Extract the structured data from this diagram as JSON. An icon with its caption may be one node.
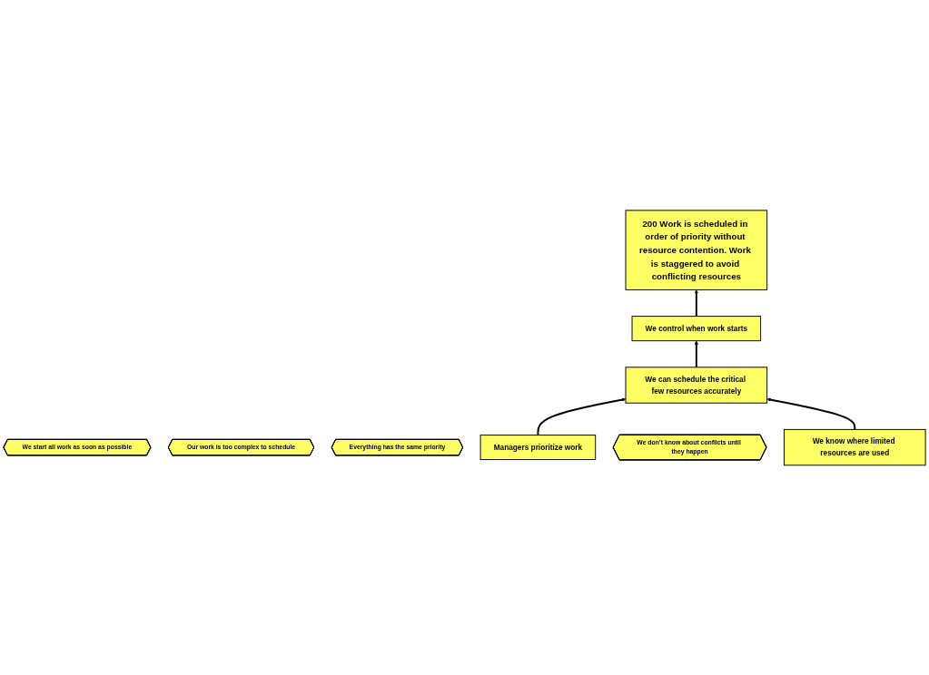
{
  "diagram": {
    "nodes": [
      {
        "text": [
          "200 Work is scheduled in order of priority without resource contention. Work is staggered to avoid conflicting resources"
        ]
      },
      {
        "text": [
          "We start all work as soon as possible"
        ]
      },
      {
        "text": [
          "We control when work starts"
        ]
      },
      {
        "text": [
          "Our work is too complex to schedule"
        ]
      },
      {
        "text": [
          "We can schedule the critical few resources accurately"
        ]
      },
      {
        "text": [
          "Everything has the same priority"
        ]
      },
      {
        "text": [
          "Managers prioritize work"
        ]
      },
      {
        "text": [
          "We don’t know about conflicts until they happen"
        ]
      },
      {
        "text": [
          "We know where limited resources are used"
        ]
      }
    ],
    "edges": [
      {
        "from": 2,
        "to": 0,
        "arrow": "to"
      },
      {
        "from": 4,
        "to": 2,
        "arrow": "to"
      },
      {
        "from": 6,
        "to": 4,
        "arrow": "to"
      },
      {
        "from": 8,
        "to": 4,
        "arrow": "to"
      }
    ]
  }
}
